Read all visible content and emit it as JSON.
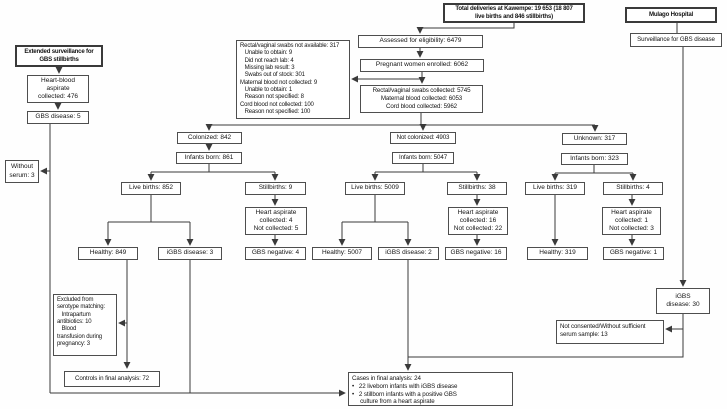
{
  "figure": {
    "title": "GBS surveillance study flow diagram",
    "colors": {
      "box_border": "#4e4e4e",
      "line": "#3a3a3a",
      "text": "#141414",
      "background": "#ffffff"
    }
  },
  "nodes": {
    "total_deliveries": {
      "text": "Total deliveries at Kawempe: 19 653 (18 807\nlive births and 846 stillbirths)"
    },
    "mulago": {
      "text": "Mulago Hospital"
    },
    "surveillance": {
      "text": "Surveillance for GBS disease"
    },
    "assessed": {
      "text": "Assessed for eligibility: 6479"
    },
    "enrolled": {
      "text": "Pregnant women enrolled: 6062"
    },
    "samples": {
      "text": "Rectal/vaginal swabs collected: 5745\nMaternal blood collected: 6053\nCord blood collected: 5962"
    },
    "not_available": {
      "text": "Rectal/vaginal swabs not available: 317\n   Unable to obtain: 9\n   Did not reach lab: 4\n   Missing lab result: 3\n   Swabs out of stock: 301\nMaternal blood not collected: 9\n   Unable to obtain: 1\n   Reason not specified: 8\nCord blood not collected: 100\n   Reason not specified: 100"
    },
    "extended": {
      "text": "Extended surveillance for\nGBS stillbirths"
    },
    "heart_blood": {
      "text": "Heart-blood\naspirate\ncollected: 476"
    },
    "gbs5": {
      "text": "GBS disease: 5"
    },
    "without_serum": {
      "text": "Without\nserum: 3"
    },
    "colonized": {
      "text": "Colonized: 842"
    },
    "infants861": {
      "text": "Infants born: 861"
    },
    "not_colonized": {
      "text": "Not colonized: 4903"
    },
    "infants5047": {
      "text": "Infants born: 5047"
    },
    "unknown": {
      "text": "Unknown: 317"
    },
    "infants323": {
      "text": "Infants born: 323"
    },
    "live852": {
      "text": "Live births: 852"
    },
    "still9": {
      "text": "Stillbirths: 9"
    },
    "live5009": {
      "text": "Live births: 5009"
    },
    "still38": {
      "text": "Stillbirths: 38"
    },
    "live319": {
      "text": "Live births: 319"
    },
    "still4": {
      "text": "Stillbirths: 4"
    },
    "heart1": {
      "text": "Heart aspirate\ncollected: 4\nNot collected: 5"
    },
    "heart2": {
      "text": "Heart aspirate\ncollected: 16\nNot collected: 22"
    },
    "heart3": {
      "text": "Heart aspirate\ncollected: 1\nNot collected: 3"
    },
    "healthy849": {
      "text": "Healthy: 849"
    },
    "igbs3": {
      "text": "iGBS disease: 3"
    },
    "gbsneg4": {
      "text": "GBS negative: 4"
    },
    "healthy5007": {
      "text": "Healthy: 5007"
    },
    "igbs2": {
      "text": "iGBS disease: 2"
    },
    "gbsneg16": {
      "text": "GBS negative: 16"
    },
    "healthy319": {
      "text": "Healthy: 319"
    },
    "gbsneg1": {
      "text": "GBS negative: 1"
    },
    "excluded": {
      "text": "Excluded from\nserotype matching:\n   Intrapartum\nantibiotics: 10\n   Blood\ntransfusion during\npregnancy: 3"
    },
    "controls": {
      "text": "Controls in final analysis: 72"
    },
    "igbs30": {
      "text": "iGBS\ndisease: 30"
    },
    "not_consented": {
      "text": "Not consented/Without sufficient\nserum sample: 13"
    },
    "cases": {
      "text": "Cases in final analysis: 24\n•   22 liveborn infants with iGBS disease\n•   2 stillborn infants with a positive GBS\n     culture from a heart aspirate"
    }
  }
}
